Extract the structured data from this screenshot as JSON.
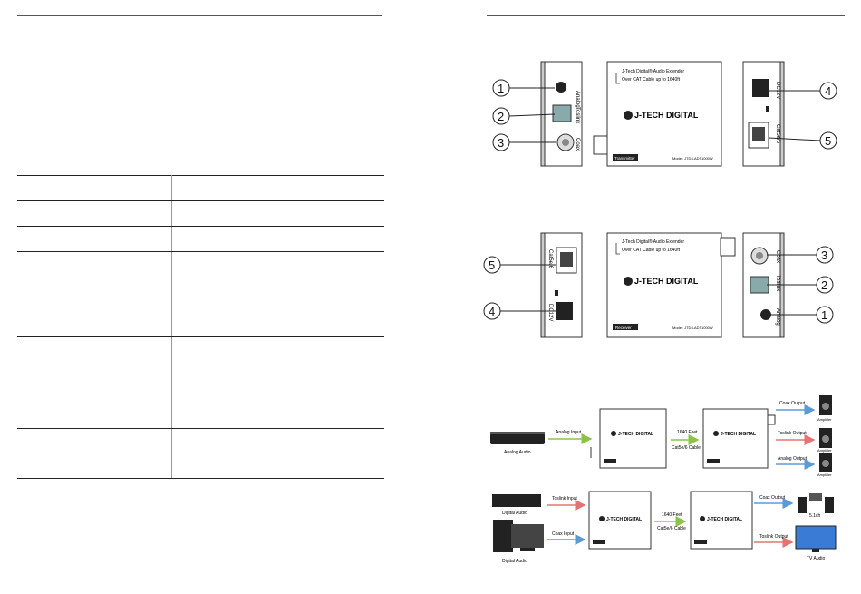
{
  "spec_table": {
    "rows": 9
  },
  "transmitter": {
    "callouts": [
      "1",
      "2",
      "3",
      "4",
      "5"
    ],
    "left_panel": [
      "Analog",
      "Toslink",
      "Coax"
    ],
    "right_panel": [
      "DC12V",
      "Cat5e/6"
    ],
    "front_text_1": "J-Tech Digital® Audio Extender",
    "front_text_2": "Over CAT Cable up to 1640ft",
    "brand": "J-TECH DIGITAL",
    "badge": "Transmitter",
    "model": "Model: JTD3-ADT1000W"
  },
  "receiver": {
    "callouts": [
      "5",
      "4",
      "3",
      "2",
      "1"
    ],
    "left_panel": [
      "Cat5e/6",
      "DC12V"
    ],
    "right_panel": [
      "Coax",
      "Toslink",
      "Analog"
    ],
    "front_text_1": "J-Tech Digital® Audio Extender",
    "front_text_2": "Over CAT Cable up to 1640ft",
    "brand": "J-TECH DIGITAL",
    "badge": "Receiver",
    "model": "Model: JTD3-ADT1000W"
  },
  "diagram1": {
    "source_label": "Analog Audio",
    "input_label": "Analog Input",
    "cable_label_1": "1640 Feet",
    "cable_label_2": "Cat5e/6 Cable",
    "outputs": [
      "Coax Output",
      "Toslink Output",
      "Analog Output"
    ],
    "amp_label": "Amplifier",
    "brand": "J-TECH DIGITAL"
  },
  "diagram2": {
    "source_label_1": "Digital Audio",
    "source_label_2": "Digital Audio",
    "input_1": "Toslink Input",
    "input_2": "Coax Input",
    "cable_label_1": "1640 Feet",
    "cable_label_2": "Cat5e/6 Cable",
    "outputs": [
      "Coax Output",
      "Toslink Output"
    ],
    "speaker_label": "5.1ch",
    "tv_label": "TV Audio",
    "brand": "J-TECH DIGITAL"
  },
  "colors": {
    "green_arrow": "#8bc34a",
    "blue_arrow": "#5b9bd5",
    "red_arrow": "#e57373"
  }
}
